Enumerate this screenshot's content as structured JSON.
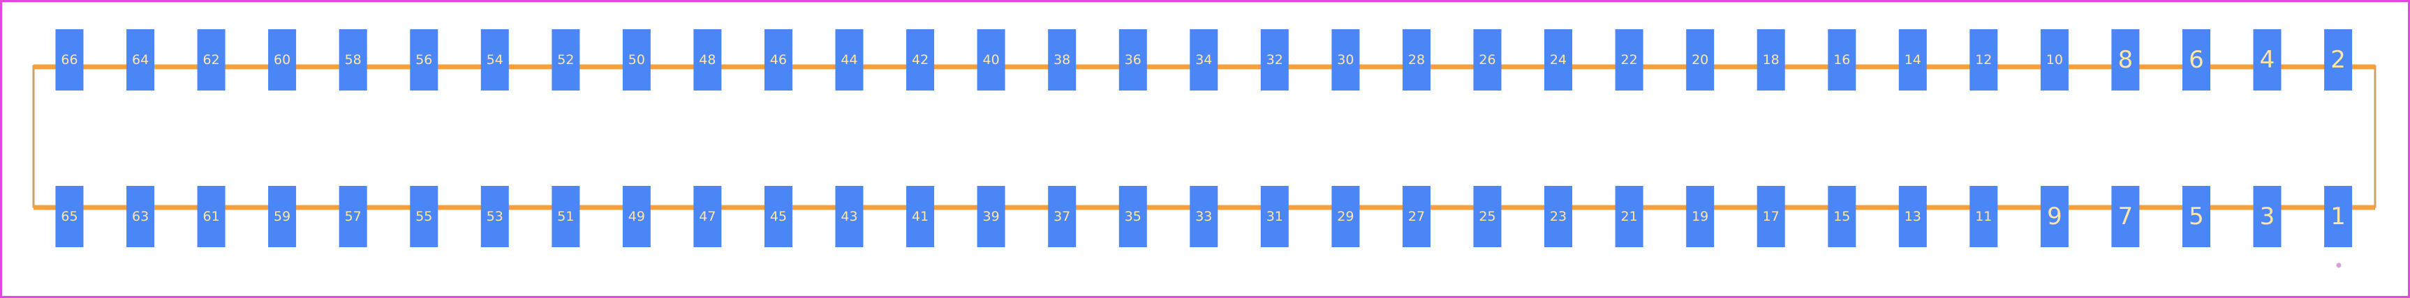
{
  "footprint": {
    "colors": {
      "background": "#ffffff",
      "border": "#e04ae0",
      "outline": "#c9a36b",
      "trace": "#f5a03a",
      "pad": "#4a86f5",
      "pad_label": "#ffe6a8",
      "marker": "#d6a0d6"
    },
    "top_row": [
      "66",
      "64",
      "62",
      "60",
      "58",
      "56",
      "54",
      "52",
      "50",
      "48",
      "46",
      "44",
      "42",
      "40",
      "38",
      "36",
      "34",
      "32",
      "30",
      "28",
      "26",
      "24",
      "22",
      "20",
      "18",
      "16",
      "14",
      "12",
      "10",
      "8",
      "6",
      "4",
      "2"
    ],
    "bottom_row": [
      "65",
      "63",
      "61",
      "59",
      "57",
      "55",
      "53",
      "51",
      "49",
      "47",
      "45",
      "43",
      "41",
      "39",
      "37",
      "35",
      "33",
      "31",
      "29",
      "27",
      "25",
      "23",
      "21",
      "19",
      "17",
      "15",
      "13",
      "11",
      "9",
      "7",
      "5",
      "3",
      "1"
    ],
    "large_labels": [
      "1",
      "2",
      "3",
      "4",
      "5",
      "6",
      "7",
      "8",
      "9"
    ],
    "pin1_marker": "dot"
  }
}
